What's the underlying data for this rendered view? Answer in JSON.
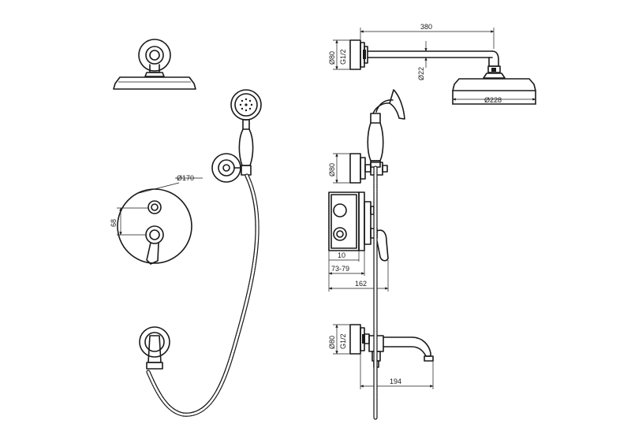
{
  "dimensions": {
    "d170": "Ø170",
    "h68": "68",
    "arm380": "380",
    "d80_top": "Ø80",
    "g12_top": "G1/2",
    "d22": "Ø22",
    "d228": "Ø228",
    "d80_mid": "Ø80",
    "w10": "10",
    "r7379": "73-79",
    "w162": "162",
    "d80_bot": "Ø80",
    "g12_bot": "G1/2",
    "w194": "194"
  },
  "colors": {
    "line": "#1a1a1a",
    "background": "#ffffff"
  }
}
